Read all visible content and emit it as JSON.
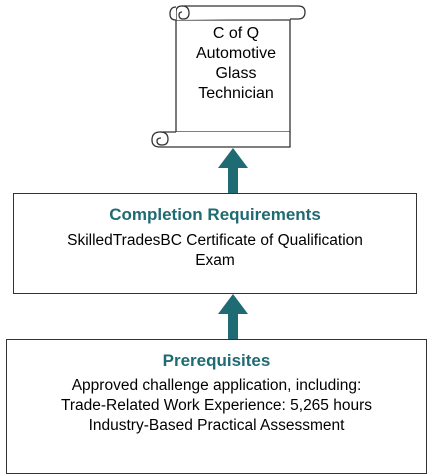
{
  "certificate": {
    "lines": [
      "C of Q",
      "Automotive",
      "Glass",
      "Technician"
    ]
  },
  "completion": {
    "title": "Completion Requirements",
    "lines": [
      "SkilledTradesBC Certificate of Qualification",
      "Exam"
    ]
  },
  "prerequisites": {
    "title": "Prerequisites",
    "lines": [
      "Approved challenge application, including:",
      "Trade-Related Work Experience: 5,265 hours",
      "Industry-Based Practical Assessment"
    ]
  },
  "colors": {
    "heading": "#1f6b73",
    "arrow": "#1f6b73",
    "border": "#333333"
  }
}
